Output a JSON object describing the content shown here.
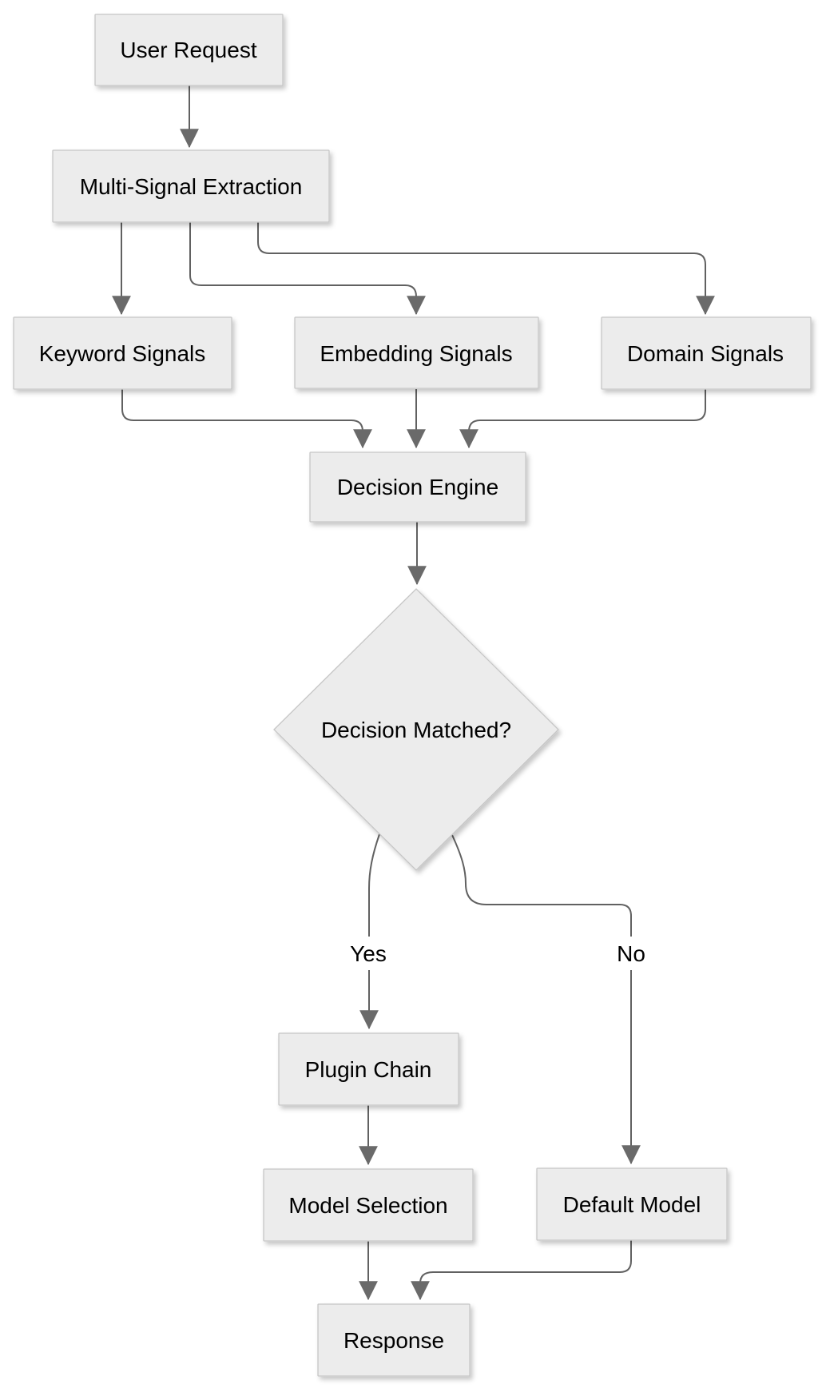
{
  "diagram": {
    "type": "flowchart",
    "nodes": {
      "user_request": {
        "label": "User Request",
        "shape": "rect"
      },
      "multi_signal_extraction": {
        "label": "Multi-Signal Extraction",
        "shape": "rect"
      },
      "keyword_signals": {
        "label": "Keyword Signals",
        "shape": "rect"
      },
      "embedding_signals": {
        "label": "Embedding Signals",
        "shape": "rect"
      },
      "domain_signals": {
        "label": "Domain Signals",
        "shape": "rect"
      },
      "decision_engine": {
        "label": "Decision Engine",
        "shape": "rect"
      },
      "decision_matched": {
        "label": "Decision Matched?",
        "shape": "diamond"
      },
      "plugin_chain": {
        "label": "Plugin Chain",
        "shape": "rect"
      },
      "model_selection": {
        "label": "Model Selection",
        "shape": "rect"
      },
      "default_model": {
        "label": "Default Model",
        "shape": "rect"
      },
      "response": {
        "label": "Response",
        "shape": "rect"
      }
    },
    "edges": [
      {
        "from": "user_request",
        "to": "multi_signal_extraction",
        "label": ""
      },
      {
        "from": "multi_signal_extraction",
        "to": "keyword_signals",
        "label": ""
      },
      {
        "from": "multi_signal_extraction",
        "to": "embedding_signals",
        "label": ""
      },
      {
        "from": "multi_signal_extraction",
        "to": "domain_signals",
        "label": ""
      },
      {
        "from": "keyword_signals",
        "to": "decision_engine",
        "label": ""
      },
      {
        "from": "embedding_signals",
        "to": "decision_engine",
        "label": ""
      },
      {
        "from": "domain_signals",
        "to": "decision_engine",
        "label": ""
      },
      {
        "from": "decision_engine",
        "to": "decision_matched",
        "label": ""
      },
      {
        "from": "decision_matched",
        "to": "plugin_chain",
        "label": "Yes"
      },
      {
        "from": "decision_matched",
        "to": "default_model",
        "label": "No"
      },
      {
        "from": "plugin_chain",
        "to": "model_selection",
        "label": ""
      },
      {
        "from": "model_selection",
        "to": "response",
        "label": ""
      },
      {
        "from": "default_model",
        "to": "response",
        "label": ""
      }
    ],
    "edge_labels": {
      "yes": "Yes",
      "no": "No"
    },
    "colors": {
      "background": "#ffffff",
      "node_fill": "#ececec",
      "node_border": "#c6c6c6",
      "edge": "#616161",
      "arrowhead": "#6a6a6a",
      "text": "#000000"
    }
  }
}
